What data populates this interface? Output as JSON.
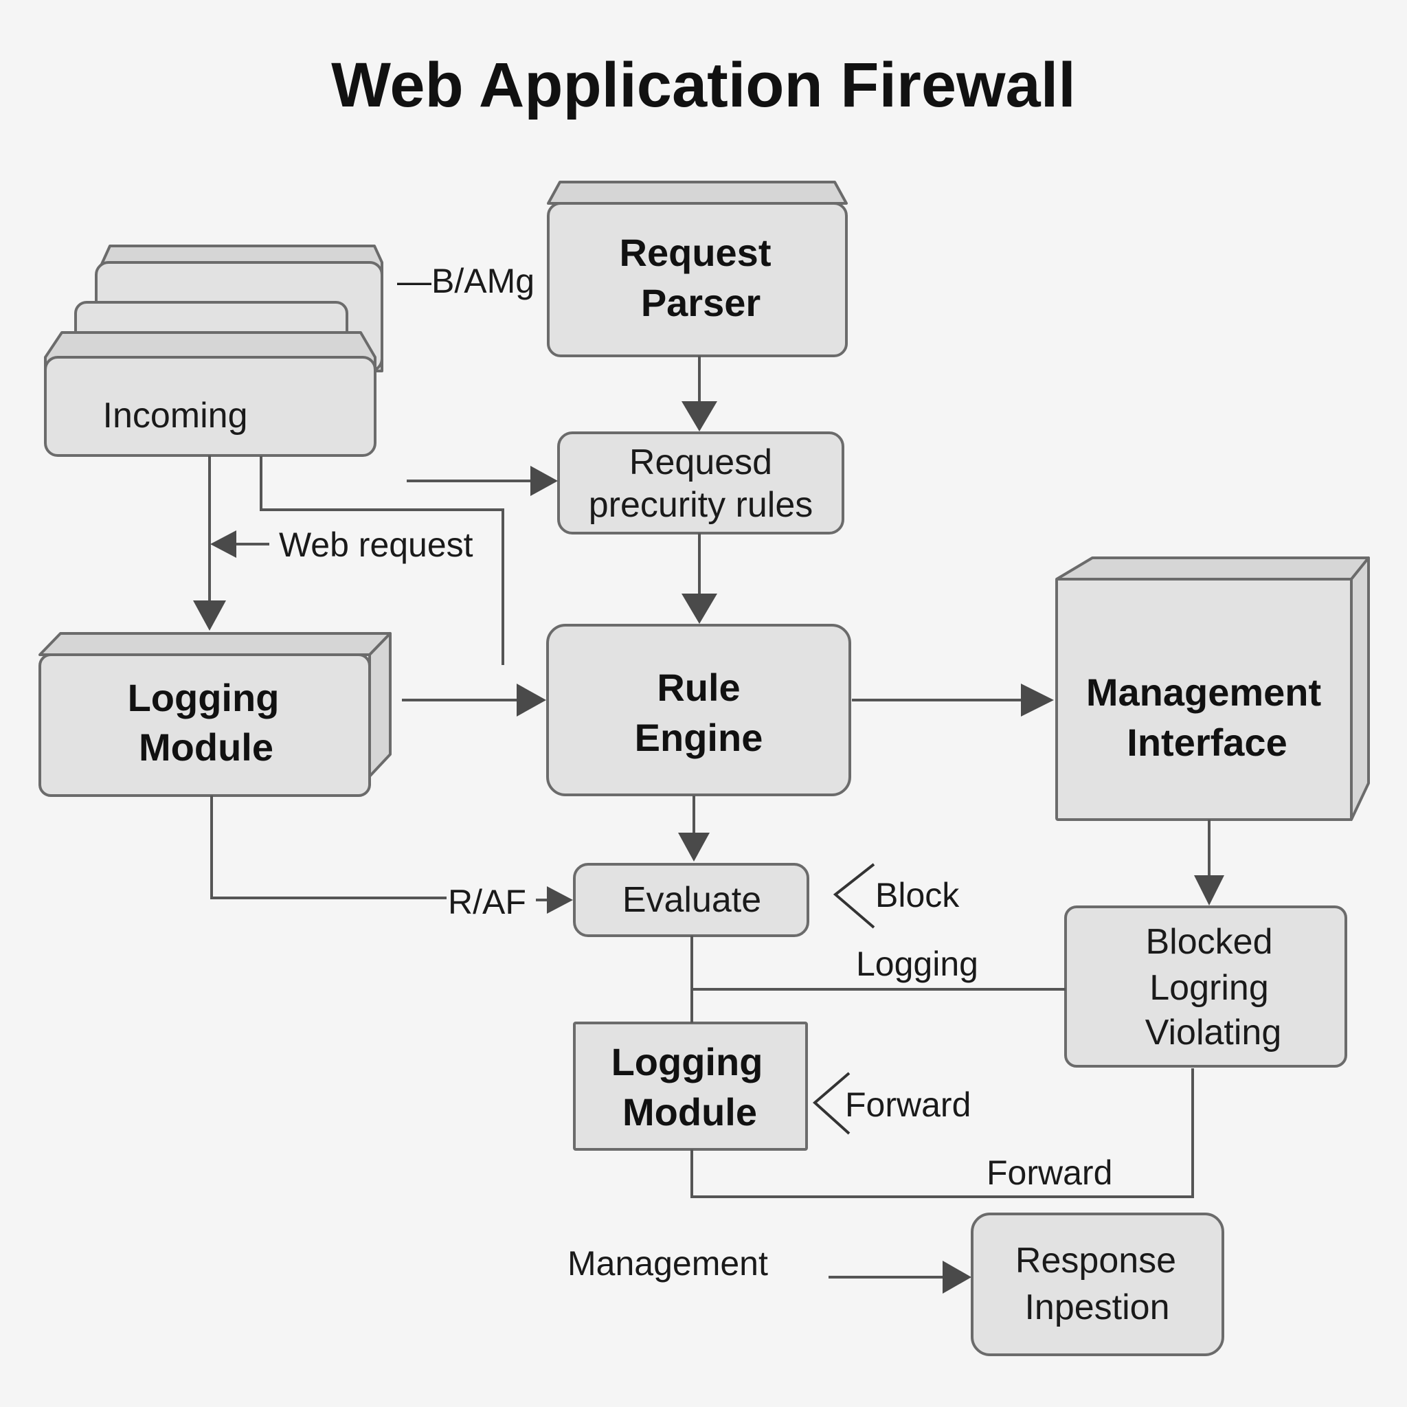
{
  "title": "Web Application Firewall",
  "nodes": {
    "incoming": {
      "label": "Incoming"
    },
    "request_parser": {
      "line1": "Request",
      "line2": "Parser"
    },
    "request_rules": {
      "line1": "Requesd",
      "line2": "precurity rules"
    },
    "logging_module_left": {
      "line1": "Logging",
      "line2": "Module"
    },
    "rule_engine": {
      "line1": "Rule",
      "line2": "Engine"
    },
    "management_interface": {
      "line1": "Management",
      "line2": "Interface"
    },
    "evaluate": {
      "label": "Evaluate"
    },
    "blocked_logging": {
      "line1": "Blocked",
      "line2": "Logring",
      "line3": "Violating"
    },
    "logging_module_bottom": {
      "line1": "Logging",
      "line2": "Module"
    },
    "response_inspection": {
      "line1": "Response",
      "line2": "Inpestion"
    }
  },
  "edge_labels": {
    "b_amg": "—B/AMg",
    "web_request": "Web request",
    "r_af": "R/AF",
    "block": "Block",
    "logging": "Logging",
    "forward_left": "Forward",
    "forward_bottom": "Forward",
    "management": "Management"
  },
  "colors": {
    "box_fill": "#e2e2e2",
    "box_stroke": "#6b6b6b",
    "arrow": "#4a4a4a",
    "background": "#f5f5f5"
  }
}
